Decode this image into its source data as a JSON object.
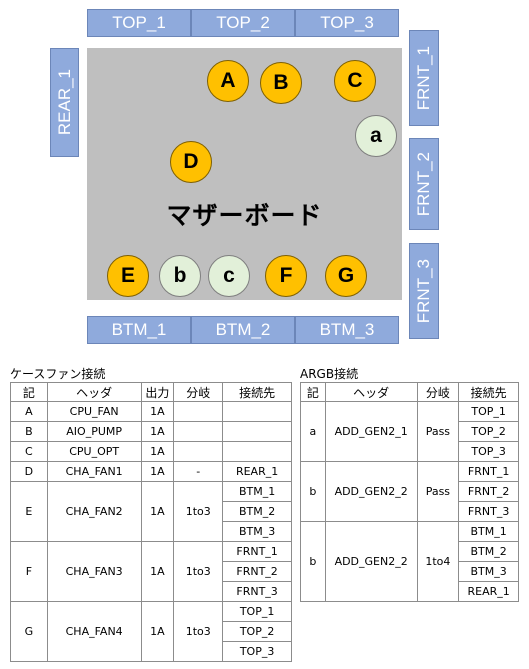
{
  "diagram": {
    "board_label": "マザーボード",
    "top_headers": [
      "TOP_1",
      "TOP_2",
      "TOP_3"
    ],
    "bottom_headers": [
      "BTM_1",
      "BTM_2",
      "BTM_3"
    ],
    "front_headers": [
      "FRNT_1",
      "FRNT_2",
      "FRNT_3"
    ],
    "rear_header": "REAR_1",
    "fan_markers": [
      "A",
      "B",
      "C",
      "D",
      "E",
      "F",
      "G"
    ],
    "argb_markers": [
      "a",
      "b",
      "c"
    ],
    "colors": {
      "box": "#8FAADC",
      "board": "#BFBFBF",
      "fan_marker": "#FFC000",
      "argb_marker": "#E2F0D9"
    }
  },
  "case_fan": {
    "title": "ケースファン接続",
    "headers": [
      "記",
      "ヘッダ",
      "出力",
      "分岐",
      "接続先"
    ],
    "rows": [
      {
        "id": "A",
        "header": "CPU_FAN",
        "output": "1A",
        "split": "",
        "dest": [
          ""
        ]
      },
      {
        "id": "B",
        "header": "AIO_PUMP",
        "output": "1A",
        "split": "",
        "dest": [
          ""
        ]
      },
      {
        "id": "C",
        "header": "CPU_OPT",
        "output": "1A",
        "split": "",
        "dest": [
          ""
        ]
      },
      {
        "id": "D",
        "header": "CHA_FAN1",
        "output": "1A",
        "split": "-",
        "dest": [
          "REAR_1"
        ]
      },
      {
        "id": "E",
        "header": "CHA_FAN2",
        "output": "1A",
        "split": "1to3",
        "dest": [
          "BTM_1",
          "BTM_2",
          "BTM_3"
        ]
      },
      {
        "id": "F",
        "header": "CHA_FAN3",
        "output": "1A",
        "split": "1to3",
        "dest": [
          "FRNT_1",
          "FRNT_2",
          "FRNT_3"
        ]
      },
      {
        "id": "G",
        "header": "CHA_FAN4",
        "output": "1A",
        "split": "1to3",
        "dest": [
          "TOP_1",
          "TOP_2",
          "TOP_3"
        ]
      }
    ]
  },
  "argb": {
    "title": "ARGB接続",
    "headers": [
      "記",
      "ヘッダ",
      "分岐",
      "接続先"
    ],
    "rows": [
      {
        "id": "a",
        "header": "ADD_GEN2_1",
        "split": "Pass",
        "dest": [
          "TOP_1",
          "TOP_2",
          "TOP_3"
        ]
      },
      {
        "id": "b",
        "header": "ADD_GEN2_2",
        "split": "Pass",
        "dest": [
          "FRNT_1",
          "FRNT_2",
          "FRNT_3"
        ]
      },
      {
        "id": "b",
        "header": "ADD_GEN2_2",
        "split": "1to4",
        "dest": [
          "BTM_1",
          "BTM_2",
          "BTM_3",
          "REAR_1"
        ]
      }
    ]
  }
}
